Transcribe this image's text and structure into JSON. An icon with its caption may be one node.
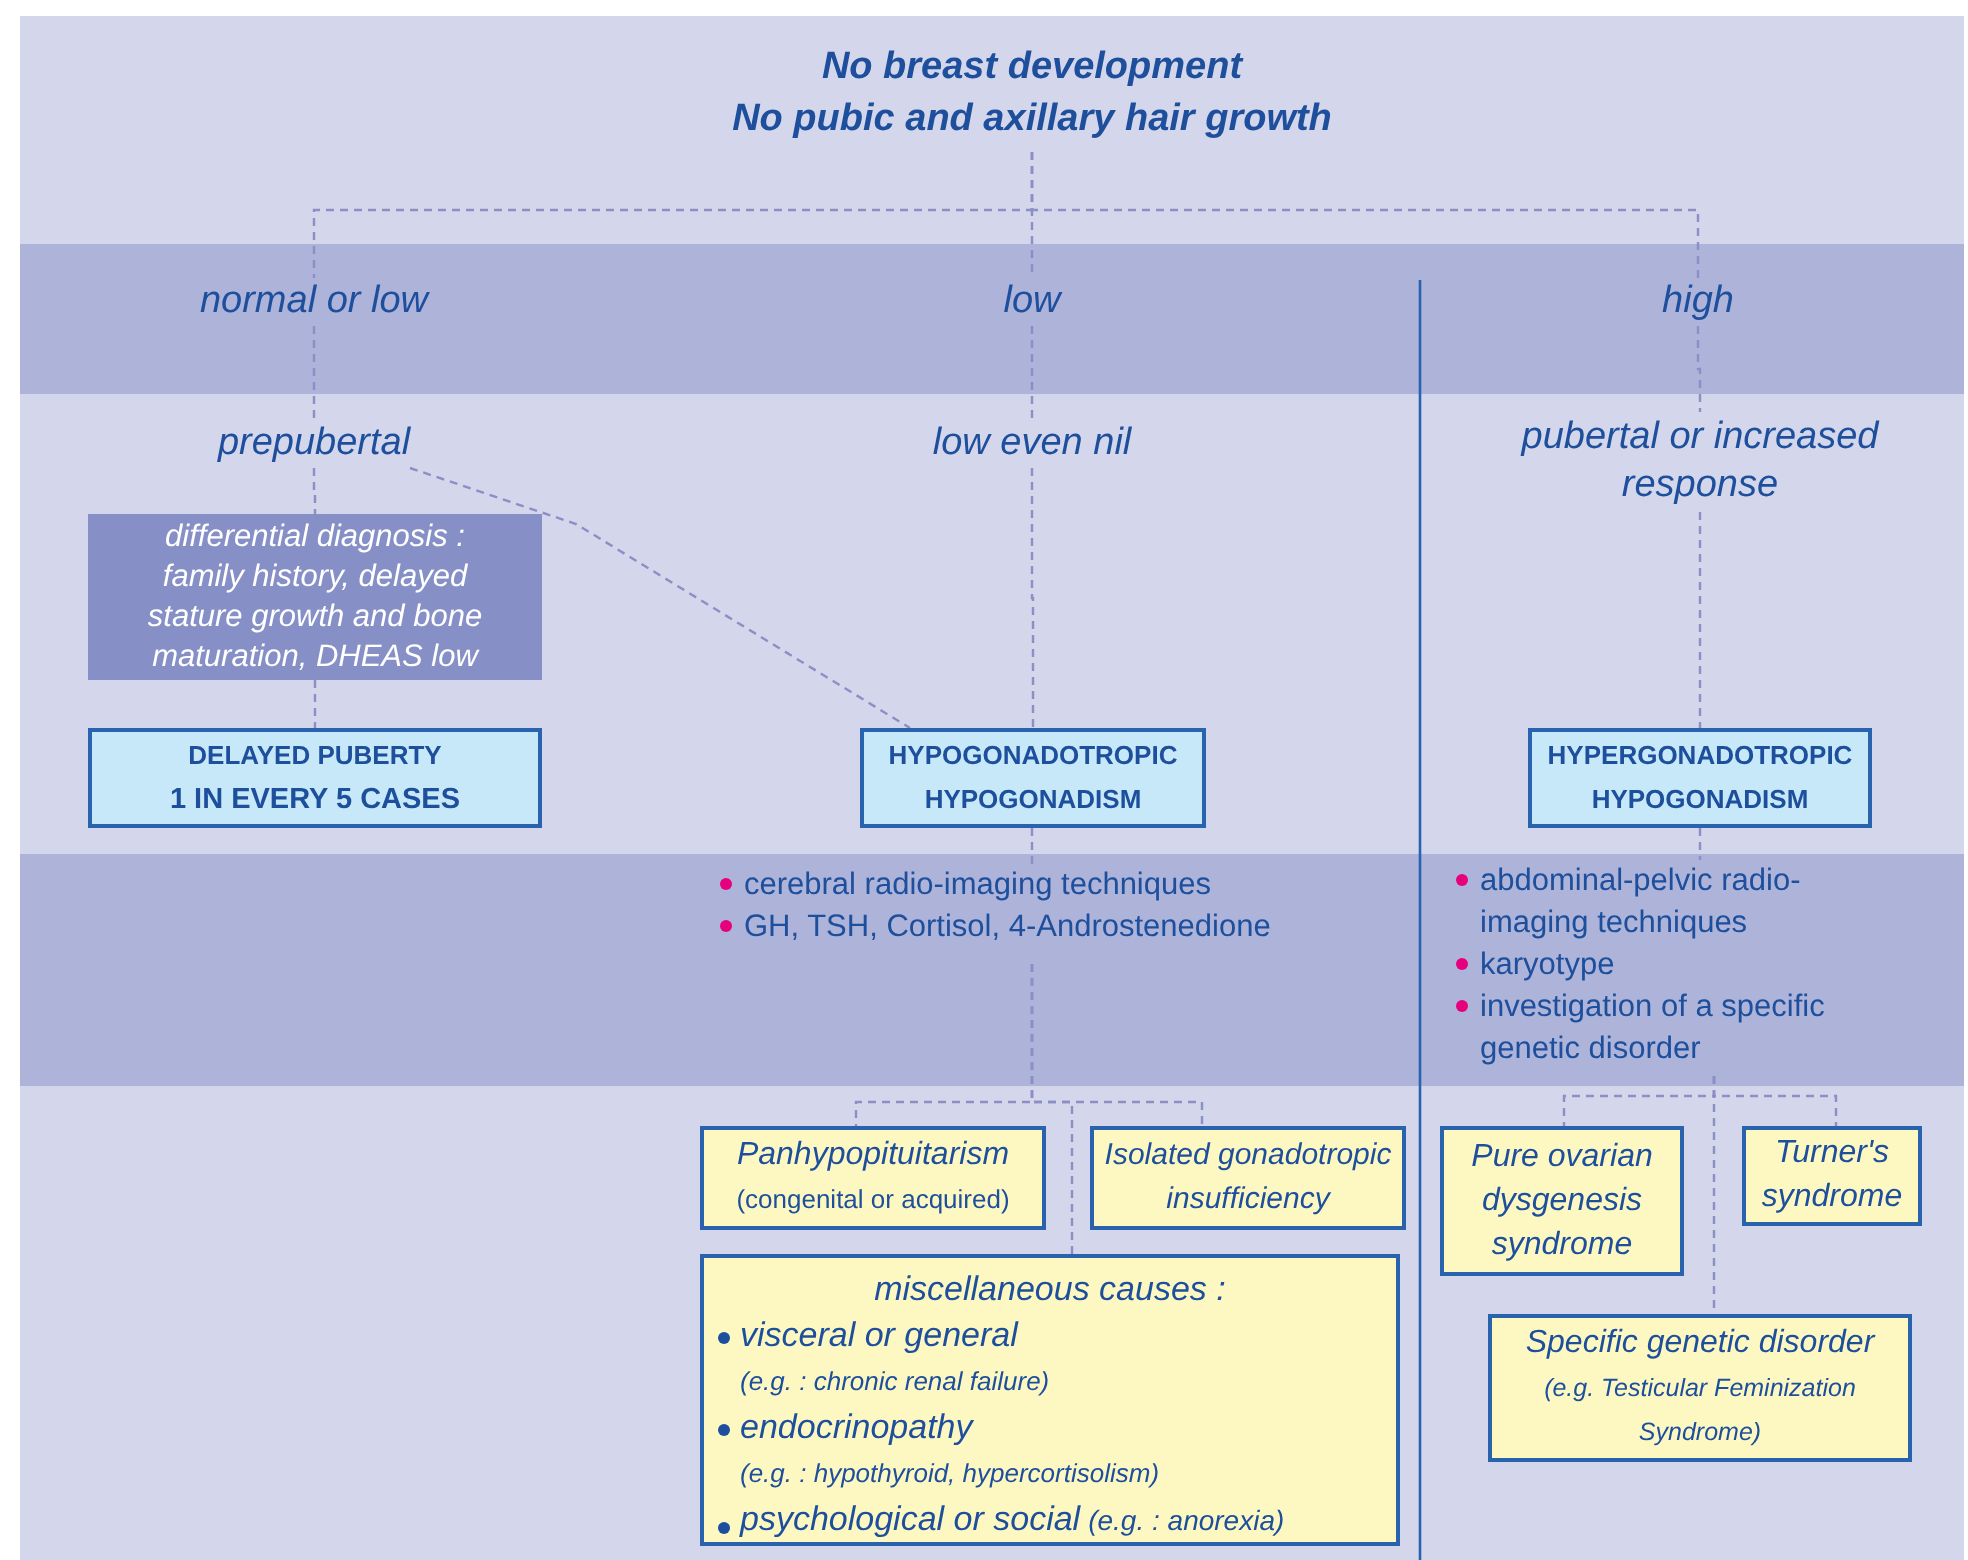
{
  "diagram": {
    "nodes": [
      {
        "text": [
          "No breast development",
          "No pubic and axillary hair growth"
        ]
      },
      {
        "text": [
          "normal or low"
        ]
      },
      {
        "text": [
          "low"
        ]
      },
      {
        "text": [
          "high"
        ]
      },
      {
        "text": [
          "prepubertal"
        ]
      },
      {
        "text": [
          "low even nil"
        ]
      },
      {
        "text": [
          "pubertal or increased response"
        ]
      },
      {
        "text": [
          "differential diagnosis :",
          "family history, delayed stature growth and bone maturation, DHEAS low"
        ]
      },
      {
        "text": [
          "DELAYED PUBERTY",
          "1 IN EVERY 5 CASES"
        ]
      },
      {
        "text": [
          "HYPOGONADOTROPIC HYPOGONADISM"
        ]
      },
      {
        "text": [
          "HYPERGONADOTROPIC HYPOGONADISM"
        ]
      },
      {
        "text": [
          "cerebral radio-imaging techniques",
          "GH, TSH, Cortisol, 4-Androstenedione"
        ]
      },
      {
        "text": [
          "abdominal-pelvic radio-imaging techniques",
          "karyotype",
          "investigation of a specific genetic disorder"
        ]
      },
      {
        "text": [
          "Panhypopituitarism",
          "(congenital or acquired)"
        ]
      },
      {
        "text": [
          "Isolated gonadotropic insufficiency"
        ]
      },
      {
        "text": [
          "miscellaneous causes :",
          "visceral or general",
          "(e.g. : chronic renal failure)",
          "endocrinopathy",
          "(e.g. : hypothyroid, hypercortisolism)",
          "psychological or social",
          "(e.g. : anorexia)"
        ]
      },
      {
        "text": [
          "Pure ovarian dysgenesis syndrome"
        ]
      },
      {
        "text": [
          "Turner's syndrome"
        ]
      },
      {
        "text": [
          "Specific genetic disorder",
          "(e.g. Testicular Feminization Syndrome)"
        ]
      }
    ],
    "edges": [
      {
        "from": 0,
        "to": 1,
        "arrow": "none",
        "style": "dashed"
      },
      {
        "from": 0,
        "to": 2,
        "arrow": "none",
        "style": "dashed"
      },
      {
        "from": 0,
        "to": 3,
        "arrow": "none",
        "style": "dashed"
      },
      {
        "from": 1,
        "to": 4,
        "arrow": "none",
        "style": "dashed"
      },
      {
        "from": 2,
        "to": 5,
        "arrow": "none",
        "style": "dashed"
      },
      {
        "from": 3,
        "to": 6,
        "arrow": "none",
        "style": "dashed"
      },
      {
        "from": 4,
        "to": 7,
        "arrow": "none",
        "style": "dashed"
      },
      {
        "from": 4,
        "to": 9,
        "arrow": "none",
        "style": "dashed"
      },
      {
        "from": 7,
        "to": 8,
        "arrow": "none",
        "style": "dashed"
      },
      {
        "from": 5,
        "to": 9,
        "arrow": "none",
        "style": "dashed"
      },
      {
        "from": 6,
        "to": 10,
        "arrow": "none",
        "style": "dashed"
      },
      {
        "from": 9,
        "to": 11,
        "arrow": "none",
        "style": "dashed"
      },
      {
        "from": 10,
        "to": 12,
        "arrow": "none",
        "style": "dashed"
      },
      {
        "from": 11,
        "to": 13,
        "arrow": "none",
        "style": "dashed"
      },
      {
        "from": 11,
        "to": 14,
        "arrow": "none",
        "style": "dashed"
      },
      {
        "from": 11,
        "to": 15,
        "arrow": "none",
        "style": "dashed"
      },
      {
        "from": 12,
        "to": 16,
        "arrow": "none",
        "style": "dashed"
      },
      {
        "from": 12,
        "to": 17,
        "arrow": "none",
        "style": "dashed"
      },
      {
        "from": 12,
        "to": 18,
        "arrow": "none",
        "style": "dashed"
      }
    ]
  }
}
